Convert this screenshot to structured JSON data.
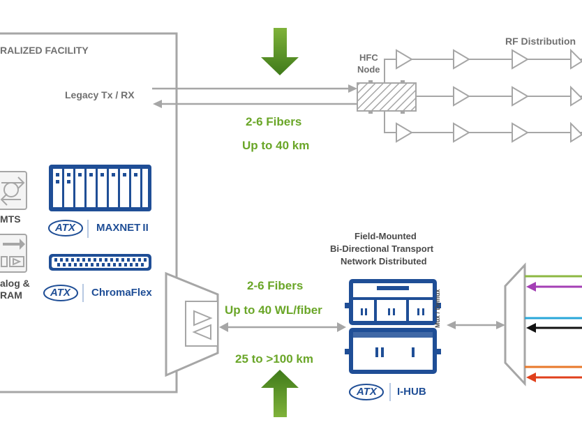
{
  "facility": {
    "title": "RALIZED FACILITY",
    "legacy_label": "Legacy Tx / RX"
  },
  "left_cutoff": {
    "cmts": "MTS",
    "analog_line1": "alog &",
    "analog_line2": "RAM"
  },
  "products": {
    "maxnet_brand": "ATX",
    "maxnet_name": "MAXNET",
    "maxnet_suffix": "II",
    "chromaflex_brand": "ATX",
    "chromaflex_name": "ChromaFlex",
    "ihub_brand": "ATX",
    "ihub_name": "I-HUB"
  },
  "top_link": {
    "fibers": "2-6 Fibers",
    "distance": "Up to 40 km"
  },
  "bottom_link": {
    "fibers": "2-6 Fibers",
    "wavelengths": "Up to 40 WL/fiber",
    "distance": "25 to >100 km"
  },
  "hfc": {
    "line1": "HFC",
    "line2": "Node",
    "rf": "RF Distribution"
  },
  "field": {
    "line1": "Field-Mounted",
    "line2": "Bi-Directional Transport",
    "line3": "Network Distributed",
    "mux": "Mux / Demux"
  },
  "colors": {
    "structure": "#a6a6a6",
    "text_gray": "#707070",
    "green_text": "#6aa628",
    "green_arrow": "#4f8a1c",
    "navy": "#1f4e96",
    "wavelengths": [
      "#8db843",
      "#a43fb5",
      "#2aa7d9",
      "#111111",
      "#e8782a",
      "#e0401c"
    ]
  }
}
